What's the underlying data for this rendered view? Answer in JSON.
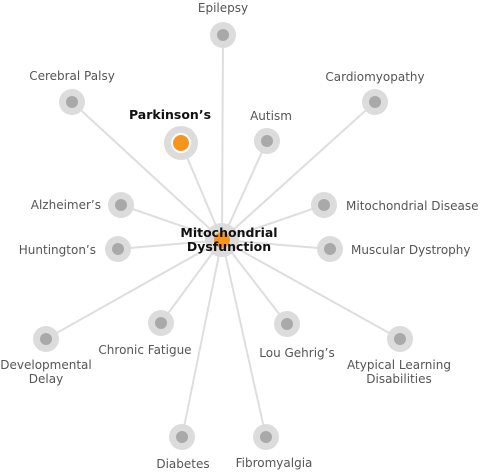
{
  "diagram": {
    "center": {
      "label_line1": "Mitochondrial",
      "label_line2": "Dysfunction"
    },
    "nodes": [
      {
        "id": "epilepsy",
        "lines": [
          "Epilepsy"
        ],
        "active": false
      },
      {
        "id": "cerebral-palsy",
        "lines": [
          "Cerebral Palsy"
        ],
        "active": false
      },
      {
        "id": "cardiomyopathy",
        "lines": [
          "Cardiomyopathy"
        ],
        "active": false
      },
      {
        "id": "parkinsons",
        "lines": [
          "Parkinson’s"
        ],
        "active": true
      },
      {
        "id": "autism",
        "lines": [
          "Autism"
        ],
        "active": false
      },
      {
        "id": "alzheimers",
        "lines": [
          "Alzheimer’s"
        ],
        "active": false
      },
      {
        "id": "mitochondrial-disease",
        "lines": [
          "Mitochondrial Disease"
        ],
        "active": false
      },
      {
        "id": "huntingtons",
        "lines": [
          "Huntington’s"
        ],
        "active": false
      },
      {
        "id": "muscular-dystrophy",
        "lines": [
          "Muscular Dystrophy"
        ],
        "active": false
      },
      {
        "id": "chronic-fatigue",
        "lines": [
          "Chronic Fatigue"
        ],
        "active": false
      },
      {
        "id": "lou-gehrigs",
        "lines": [
          "Lou Gehrig’s"
        ],
        "active": false
      },
      {
        "id": "developmental-delay",
        "lines": [
          "Developmental",
          "Delay"
        ],
        "active": false
      },
      {
        "id": "atypical-learning-disabilities",
        "lines": [
          "Atypical Learning",
          "Disabilities"
        ],
        "active": false
      },
      {
        "id": "diabetes",
        "lines": [
          "Diabetes"
        ],
        "active": false
      },
      {
        "id": "fibromyalgia",
        "lines": [
          "Fibromyalgia"
        ],
        "active": false
      }
    ],
    "colors": {
      "accent": "#f7941d",
      "ring": "#dcdcdc",
      "dot": "#a9a9a9",
      "edge": "#dedede",
      "label": "#555555",
      "label_active": "#111111"
    }
  }
}
